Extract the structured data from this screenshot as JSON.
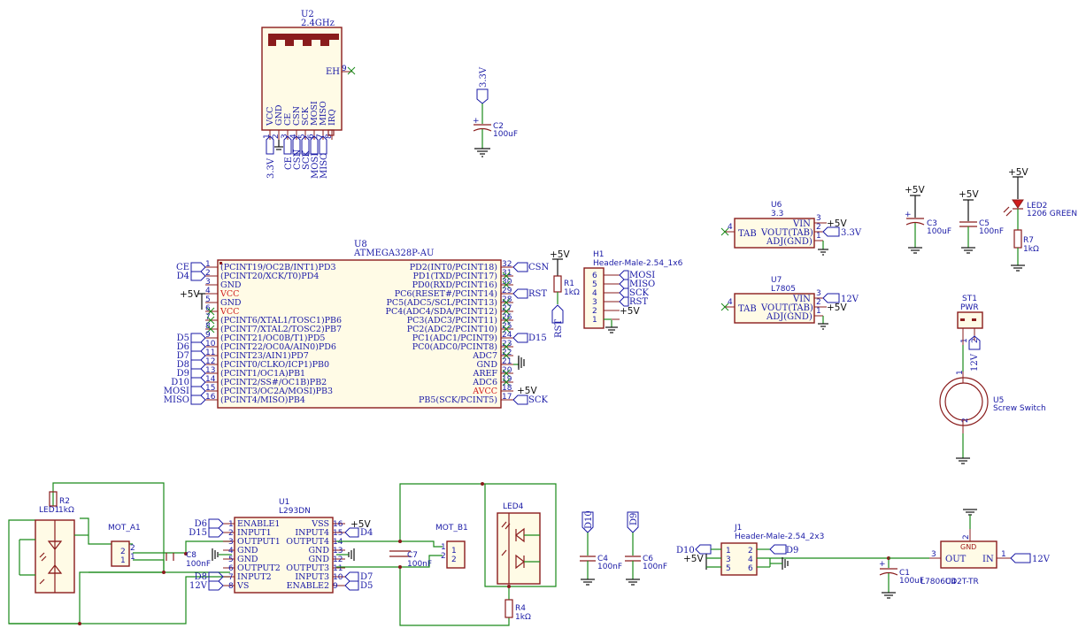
{
  "u2": {
    "ref": "U2",
    "value": "2.4GHz",
    "eh": "EH",
    "pins": [
      "VCC",
      "GND",
      "CE",
      "CSN",
      "SCK",
      "MOSI",
      "MISO",
      "IRQ"
    ],
    "nums": [
      "1",
      "2",
      "3",
      "4",
      "5",
      "6",
      "7",
      "8"
    ],
    "eh_num": "9",
    "nets": [
      "3.3V",
      "CE",
      "CSN",
      "SCK",
      "MOSI",
      "MISO"
    ]
  },
  "c2": {
    "ref": "C2",
    "value": "100uF",
    "power": "3.3V"
  },
  "u8": {
    "ref": "U8",
    "value": "ATMEGA328P-AU",
    "left": [
      {
        "num": "1",
        "name": "(PCINT19/OC2B/INT1)PD3",
        "net": "CE",
        "red": false
      },
      {
        "num": "2",
        "name": "(PCINT20/XCK/T0)PD4",
        "net": "D4",
        "red": false
      },
      {
        "num": "3",
        "name": "GND",
        "net": "",
        "red": false
      },
      {
        "num": "4",
        "name": "VCC",
        "net": "+5V",
        "red": true
      },
      {
        "num": "5",
        "name": "GND",
        "net": "",
        "red": false
      },
      {
        "num": "6",
        "name": "VCC",
        "net": "",
        "red": true
      },
      {
        "num": "7",
        "name": "(PCINT6/XTAL1/TOSC1)PB6",
        "net": "",
        "red": false
      },
      {
        "num": "8",
        "name": "(PCINT7/XTAL2/TOSC2)PB7",
        "net": "",
        "red": false
      },
      {
        "num": "9",
        "name": "(PCINT21/OC0B/T1)PD5",
        "net": "D5",
        "red": false
      },
      {
        "num": "10",
        "name": "(PCINT22/OC0A/AIN0)PD6",
        "net": "D6",
        "red": false
      },
      {
        "num": "11",
        "name": "(PCINT23/AIN1)PD7",
        "net": "D7",
        "red": false
      },
      {
        "num": "12",
        "name": "(PCINT0/CLKO/ICP1)PB0",
        "net": "D8",
        "red": false
      },
      {
        "num": "13",
        "name": "(PCINT1/OC1A)PB1",
        "net": "D9",
        "red": false
      },
      {
        "num": "14",
        "name": "(PCINT2/SS#/OC1B)PB2",
        "net": "D10",
        "red": false
      },
      {
        "num": "15",
        "name": "(PCINT3/OC2A/MOSI)PB3",
        "net": "MOSI",
        "red": false
      },
      {
        "num": "16",
        "name": "(PCINT4/MISO)PB4",
        "net": "MISO",
        "red": false
      }
    ],
    "right": [
      {
        "num": "32",
        "name": "PD2(INT0/PCINT18)",
        "net": "CSN",
        "red": false
      },
      {
        "num": "31",
        "name": "PD1(TXD/PCINT17)",
        "net": "",
        "red": false
      },
      {
        "num": "30",
        "name": "PD0(RXD/PCINT16)",
        "net": "",
        "red": false
      },
      {
        "num": "29",
        "name": "PC6(RESET#/PCINT14)",
        "net": "RST",
        "red": false
      },
      {
        "num": "28",
        "name": "PC5(ADC5/SCL/PCINT13)",
        "net": "",
        "red": false
      },
      {
        "num": "27",
        "name": "PC4(ADC4/SDA/PCINT12)",
        "net": "",
        "red": false
      },
      {
        "num": "26",
        "name": "PC3(ADC3/PCINT11)",
        "net": "",
        "red": false
      },
      {
        "num": "25",
        "name": "PC2(ADC2/PCINT10)",
        "net": "",
        "red": false
      },
      {
        "num": "24",
        "name": "PC1(ADC1/PCINT9)",
        "net": "D15",
        "red": false
      },
      {
        "num": "23",
        "name": "PC0(ADC0/PCINT8)",
        "net": "",
        "red": false
      },
      {
        "num": "22",
        "name": "ADC7",
        "net": "",
        "red": false
      },
      {
        "num": "21",
        "name": "GND",
        "net": "",
        "red": false
      },
      {
        "num": "20",
        "name": "AREF",
        "net": "",
        "red": false
      },
      {
        "num": "19",
        "name": "ADC6",
        "net": "",
        "red": false
      },
      {
        "num": "18",
        "name": "AVCC",
        "net": "+5V",
        "red": true
      },
      {
        "num": "17",
        "name": "PB5(SCK/PCINT5)",
        "net": "SCK",
        "red": false
      }
    ]
  },
  "r1": {
    "ref": "R1",
    "value": "1kΩ",
    "power": "+5V",
    "net": "RST"
  },
  "h1": {
    "ref": "H1",
    "value": "Header-Male-2.54_1x6",
    "pins": [
      "6",
      "5",
      "4",
      "3",
      "2",
      "1"
    ],
    "nets": [
      "MOSI",
      "MISO",
      "SCK",
      "RST",
      "+5V",
      ""
    ]
  },
  "u6": {
    "ref": "U6",
    "value": "3.3",
    "vin": "VIN",
    "vout": "VOUT(TAB)",
    "adj": "ADJ(GND)",
    "tab": "TAB",
    "tab_num": "4",
    "vin_num": "3",
    "vout_num": "2",
    "adj_num": "1",
    "vin_net": "+5V",
    "vout_net": "3.3V"
  },
  "u7": {
    "ref": "U7",
    "value": "L7805",
    "vin": "VIN",
    "vout": "VOUT(TAB)",
    "adj": "ADJ(GND)",
    "tab": "TAB",
    "tab_num": "4",
    "vin_num": "3",
    "vout_num": "2",
    "adj_num": "1",
    "vin_net": "12V",
    "vout_net": "+5V"
  },
  "c3": {
    "ref": "C3",
    "value": "100uF",
    "power": "+5V"
  },
  "c5": {
    "ref": "C5",
    "value": "100nF",
    "power": "+5V"
  },
  "led2": {
    "ref": "LED2",
    "value": "1206 GREEN",
    "power": "+5V"
  },
  "r7": {
    "ref": "R7",
    "value": "1kΩ"
  },
  "st1": {
    "ref": "ST1",
    "value": "PWR",
    "pin1": "1",
    "pin2": "2",
    "net": "12V"
  },
  "u5": {
    "ref": "U5",
    "value": "Screw Switch",
    "pin1": "1",
    "pin2": "2"
  },
  "r2": {
    "ref": "R2",
    "value": "1kΩ"
  },
  "led1": {
    "ref": "LED1"
  },
  "mota": {
    "ref": "MOT_A1",
    "pin1": "1",
    "pin2": "2"
  },
  "c8": {
    "ref": "C8",
    "value": "100nF"
  },
  "u1": {
    "ref": "U1",
    "value": "L293DN",
    "left": [
      {
        "num": "1",
        "name": "ENABLE1",
        "net": "D6"
      },
      {
        "num": "2",
        "name": "INPUT1",
        "net": "D15"
      },
      {
        "num": "3",
        "name": "OUTPUT1",
        "net": ""
      },
      {
        "num": "4",
        "name": "GND",
        "net": ""
      },
      {
        "num": "5",
        "name": "GND",
        "net": ""
      },
      {
        "num": "6",
        "name": "OUTPUT2",
        "net": ""
      },
      {
        "num": "7",
        "name": "INPUT2",
        "net": "D8"
      },
      {
        "num": "8",
        "name": "VS",
        "net": "12V"
      }
    ],
    "right": [
      {
        "num": "16",
        "name": "VSS",
        "net": "+5V"
      },
      {
        "num": "15",
        "name": "INPUT4",
        "net": "D4"
      },
      {
        "num": "14",
        "name": "OUTPUT4",
        "net": ""
      },
      {
        "num": "13",
        "name": "GND",
        "net": ""
      },
      {
        "num": "12",
        "name": "GND",
        "net": ""
      },
      {
        "num": "11",
        "name": "OUTPUT3",
        "net": ""
      },
      {
        "num": "10",
        "name": "INPUT3",
        "net": "D7"
      },
      {
        "num": "9",
        "name": "ENABLE2",
        "net": "D5"
      }
    ]
  },
  "c7": {
    "ref": "C7",
    "value": "100nF"
  },
  "motb": {
    "ref": "MOT_B1",
    "pin1": "1",
    "pin2": "2"
  },
  "led4": {
    "ref": "LED4"
  },
  "r4": {
    "ref": "R4",
    "value": "1kΩ"
  },
  "c4": {
    "ref": "C4",
    "value": "100nF",
    "net": "D10"
  },
  "c6": {
    "ref": "C6",
    "value": "100nF",
    "net": "D9"
  },
  "j1": {
    "ref": "J1",
    "value": "Header-Male-2.54_2x3",
    "pins": [
      "1",
      "2",
      "3",
      "4",
      "5",
      "6"
    ],
    "net1": "D10",
    "net2": "D9",
    "net3": "+5V"
  },
  "c1": {
    "ref": "C1",
    "value": "100uF"
  },
  "u4": {
    "ref": "U4",
    "value": "L7806CD2T-TR",
    "gnd": "GND",
    "out": "OUT",
    "in": "IN",
    "gnd_num": "2",
    "out_num": "3",
    "in_num": "1",
    "in_net": "12V"
  },
  "colors": {
    "body": "#fffbe6",
    "outline": "#8a1c1c",
    "wire": "#1a8a1a",
    "text": "#1a1aa6",
    "power_pin": "#d01c1c"
  }
}
